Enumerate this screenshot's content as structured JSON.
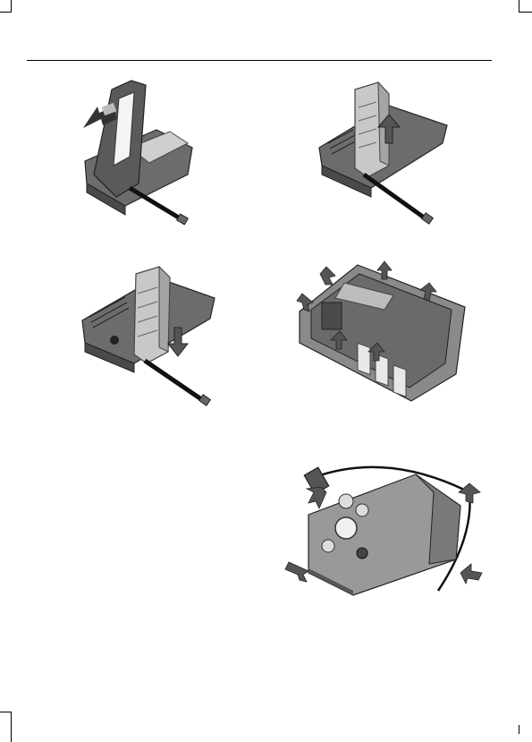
{
  "page": {
    "header_text": "",
    "footer_text": ""
  },
  "figures": [
    {
      "id": "fig-1",
      "caption": ""
    },
    {
      "id": "fig-2",
      "caption": ""
    },
    {
      "id": "fig-3",
      "caption": ""
    },
    {
      "id": "fig-4",
      "caption": ""
    },
    {
      "id": "fig-5",
      "caption": ""
    }
  ]
}
